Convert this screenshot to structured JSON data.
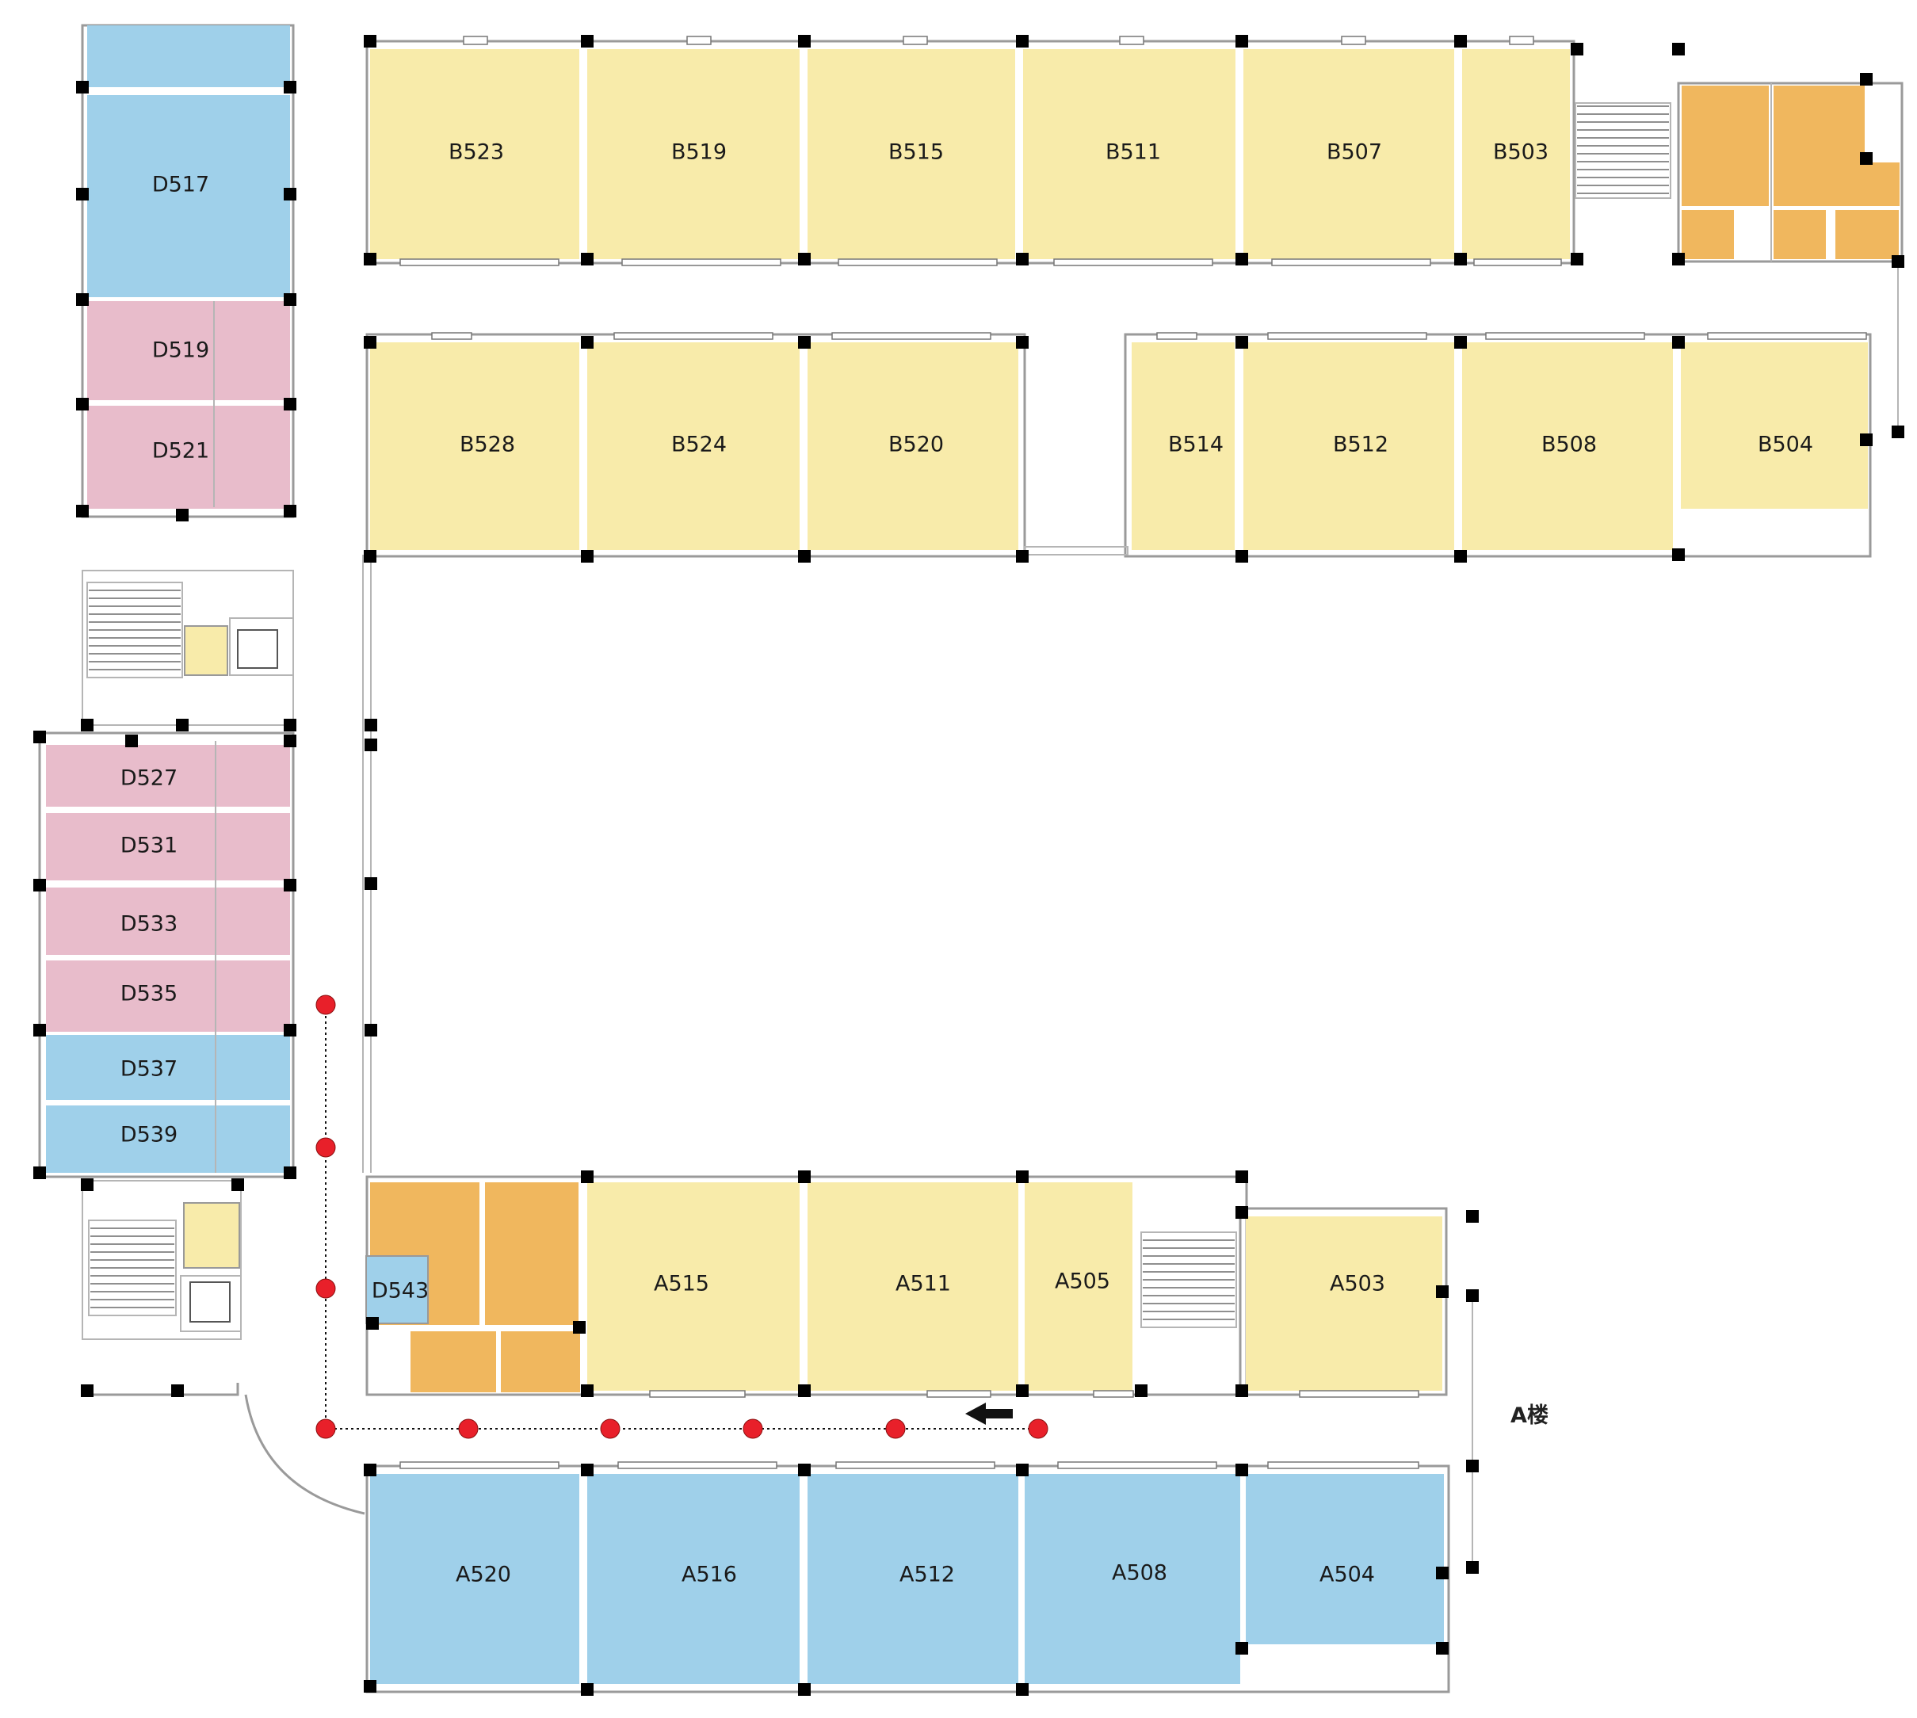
{
  "building_label": "A楼",
  "colors": {
    "classroom": "#f8ebaa",
    "blue_room": "#9fd0ea",
    "pink_room": "#e8bccb",
    "orange_room": "#f0b75e",
    "route_dot": "#e8202a",
    "column": "#000000"
  },
  "rooms": {
    "b523": "B523",
    "b519": "B519",
    "b515": "B515",
    "b511": "B511",
    "b507": "B507",
    "b503": "B503",
    "b528": "B528",
    "b524": "B524",
    "b520": "B520",
    "b514": "B514",
    "b512": "B512",
    "b508": "B508",
    "b504": "B504",
    "d517": "D517",
    "d519": "D519",
    "d521": "D521",
    "d527": "D527",
    "d531": "D531",
    "d533": "D533",
    "d535": "D535",
    "d537": "D537",
    "d539": "D539",
    "d543": "D543",
    "a515": "A515",
    "a511": "A511",
    "a505": "A505",
    "a503": "A503",
    "a520": "A520",
    "a516": "A516",
    "a512": "A512",
    "a508": "A508",
    "a504": "A504"
  },
  "icons": {
    "direction": "arrow-left-icon",
    "route_marker": "route-dot-icon",
    "stairs": "stairs-icon",
    "elevator": "elevator-icon"
  }
}
